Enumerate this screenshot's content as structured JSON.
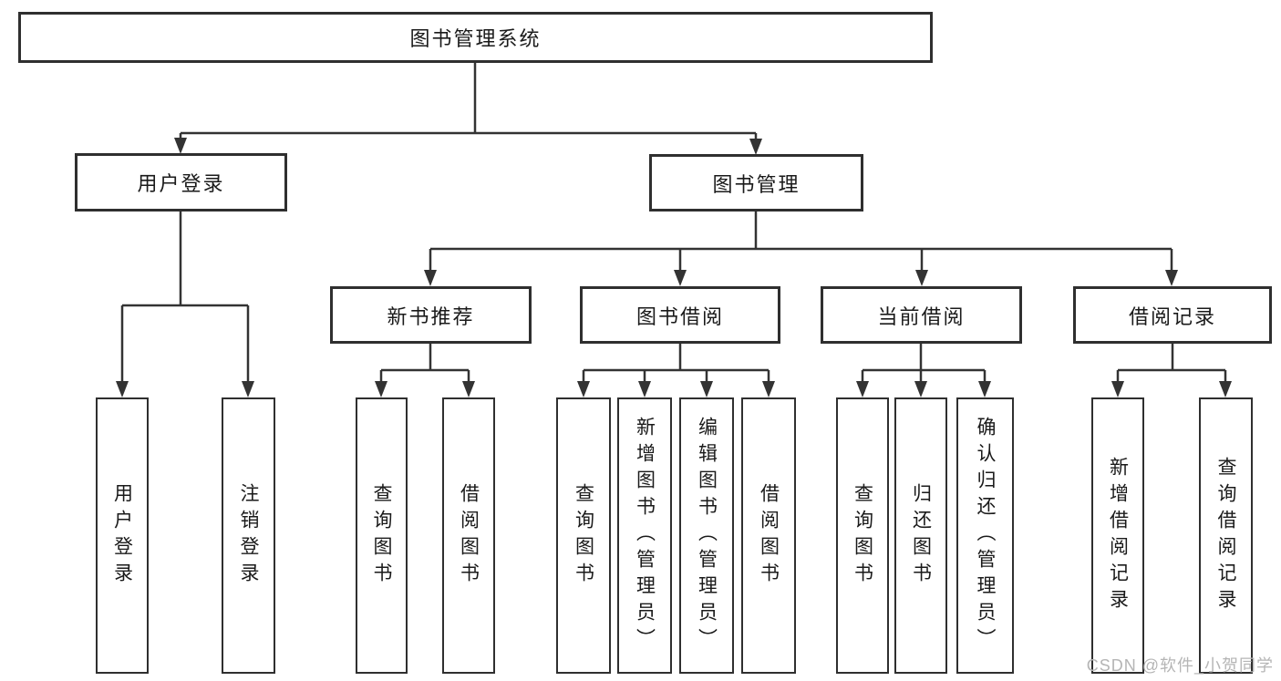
{
  "tree": {
    "label": "图书管理系统",
    "children": [
      {
        "label": "用户登录",
        "children": [
          {
            "label": "用户登录"
          },
          {
            "label": "注销登录"
          }
        ]
      },
      {
        "label": "图书管理",
        "children": [
          {
            "label": "新书推荐",
            "children": [
              {
                "label": "查询图书"
              },
              {
                "label": "借阅图书"
              }
            ]
          },
          {
            "label": "图书借阅",
            "children": [
              {
                "label": "查询图书"
              },
              {
                "label": "新增图书（管理员）"
              },
              {
                "label": "编辑图书（管理员）"
              },
              {
                "label": "借阅图书"
              }
            ]
          },
          {
            "label": "当前借阅",
            "children": [
              {
                "label": "查询图书"
              },
              {
                "label": "归还图书"
              },
              {
                "label": "确认归还（管理员）"
              }
            ]
          },
          {
            "label": "借阅记录",
            "children": [
              {
                "label": "新增借阅记录"
              },
              {
                "label": "查询借阅记录"
              }
            ]
          }
        ]
      }
    ]
  },
  "watermark": {
    "text": "CSDN @软件_小贺同学"
  },
  "colors": {
    "background": "#ffffff",
    "line": "#333333",
    "border": "#2f2f2f",
    "text": "#1a1a1a",
    "watermark": "#b5b5b5"
  }
}
